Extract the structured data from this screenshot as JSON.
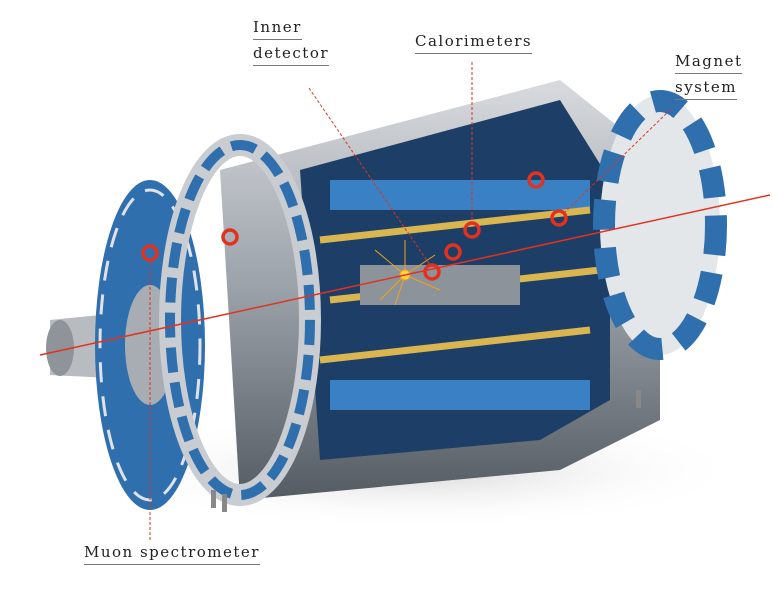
{
  "labels": {
    "inner_detector": [
      "Inner",
      "detector"
    ],
    "calorimeters": "Calorimeters",
    "magnet_system": [
      "Magnet",
      "system"
    ],
    "muon_spectrometer": "Muon spectrometer"
  },
  "colors": {
    "structure_blue": "#2f6fae",
    "beam_red": "#e2321f",
    "magnet_gold": "#c8a84a",
    "frame_grey": "#c9cdd2"
  }
}
